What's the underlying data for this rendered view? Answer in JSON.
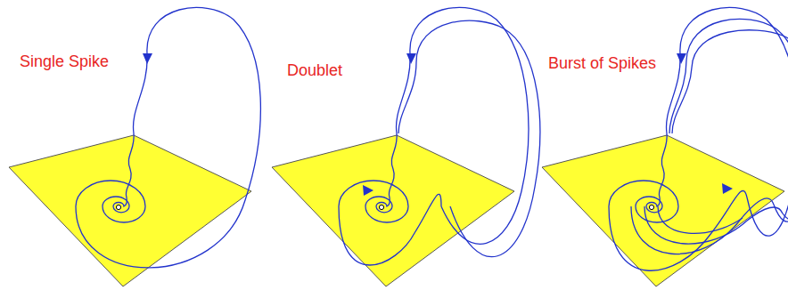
{
  "diagram": {
    "labels": [
      "Single Spike",
      "Doublet",
      "Burst of Spikes"
    ]
  }
}
